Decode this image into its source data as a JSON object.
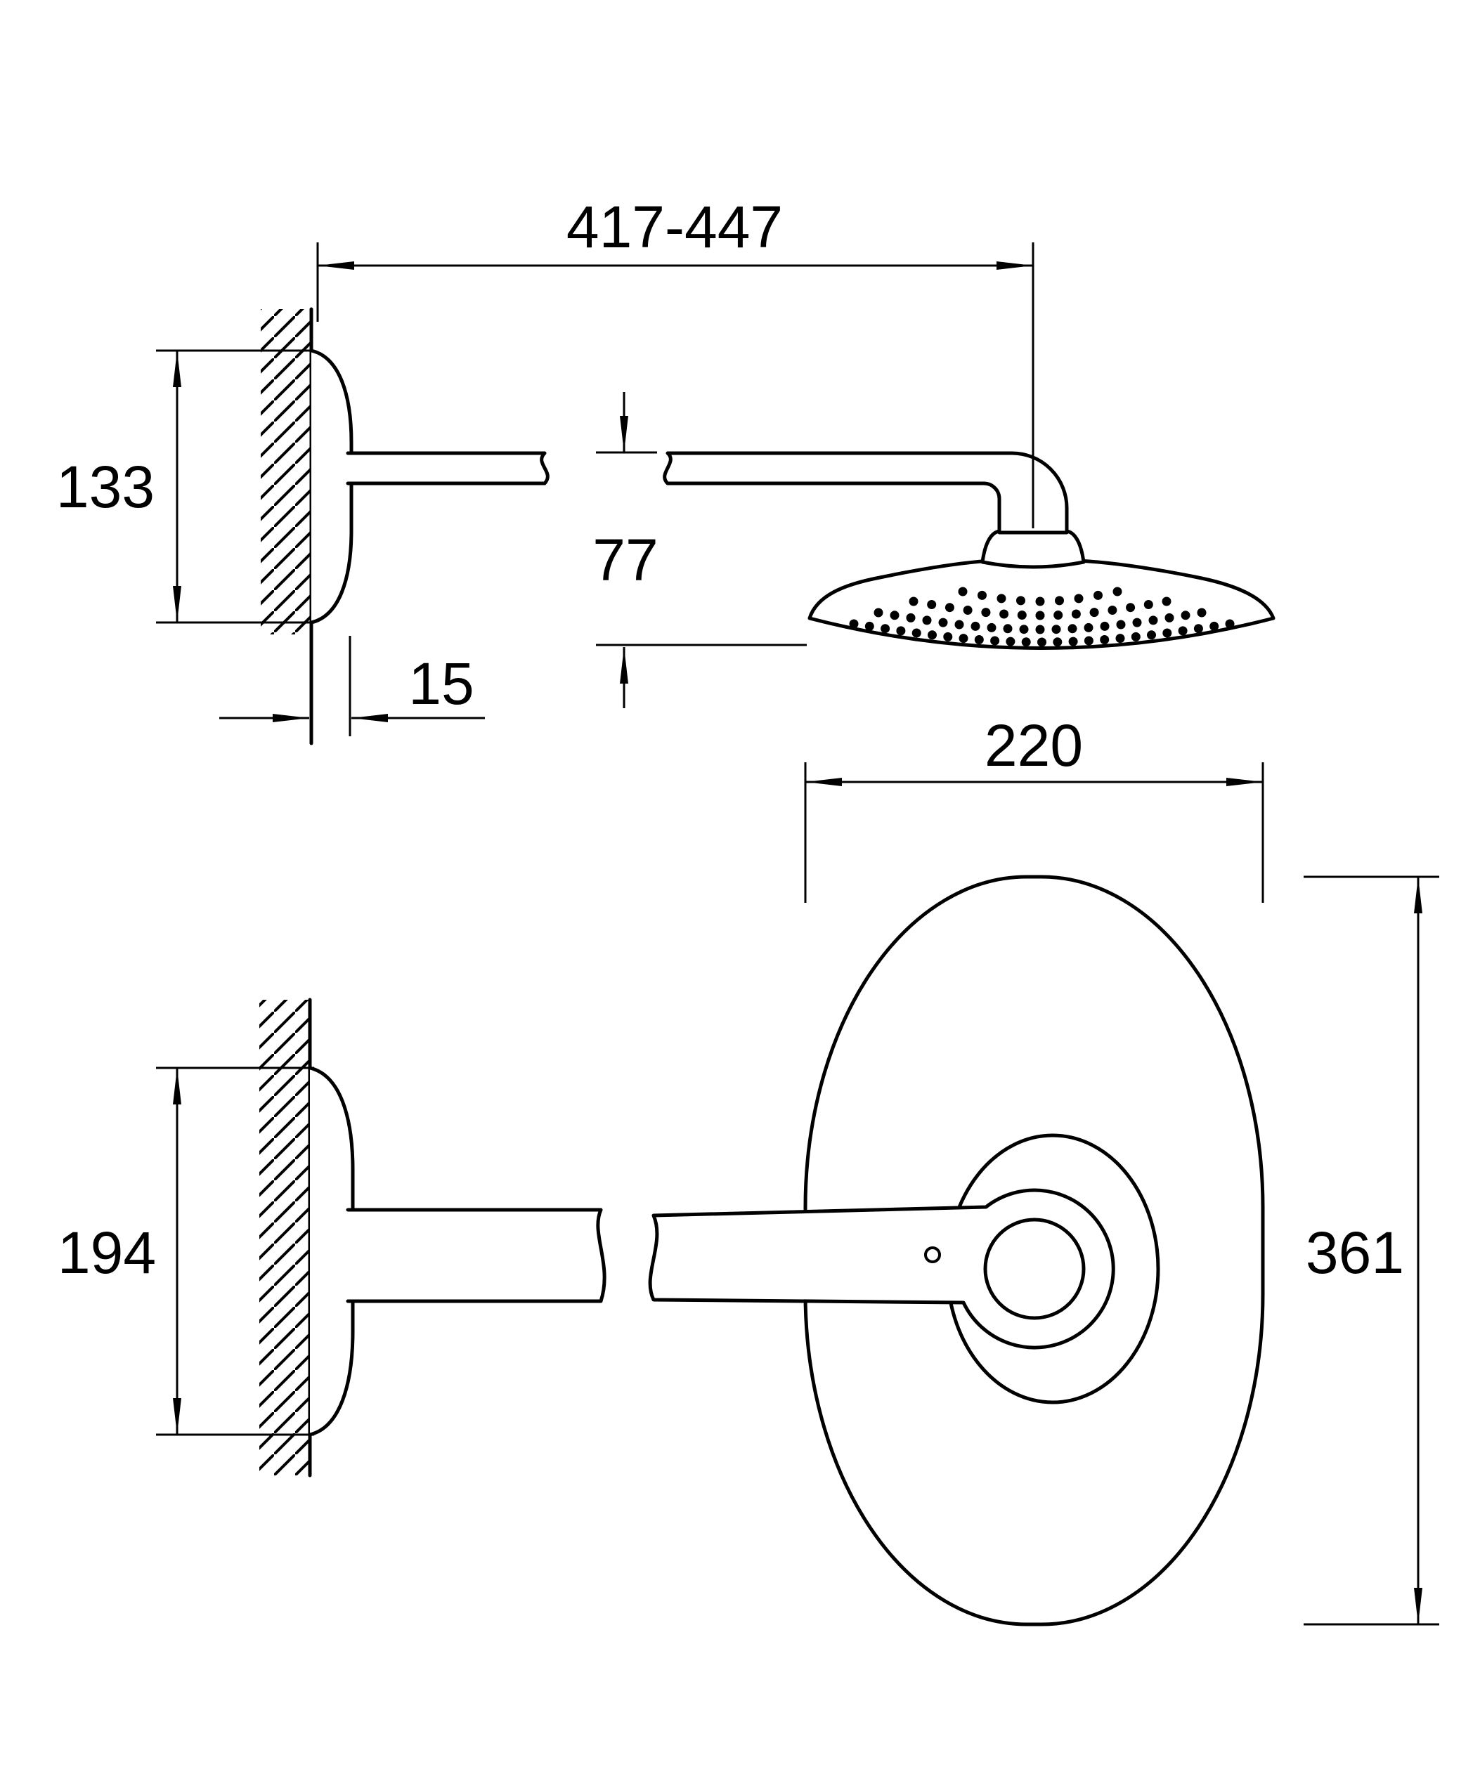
{
  "colors": {
    "ink": "#000000",
    "background": "#ffffff"
  },
  "dimensions": {
    "arm_reach": "417-447",
    "wall_plate_height_side": "133",
    "head_drop": "77",
    "wall_plate_depth": "15",
    "head_width": "220",
    "wall_plate_height_front": "194",
    "head_length": "361"
  }
}
